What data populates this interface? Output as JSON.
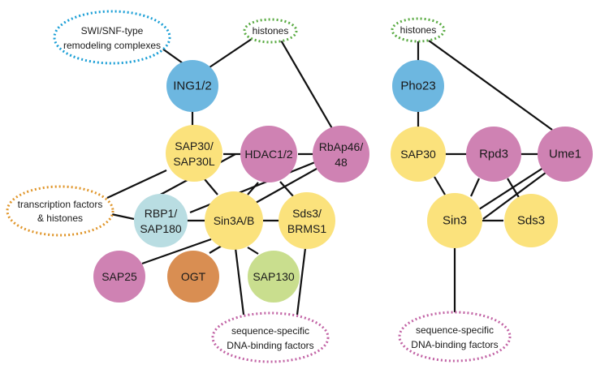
{
  "colors": {
    "blue": "#6db7e0",
    "yellow": "#fbe27c",
    "purple": "#cf82b3",
    "orange": "#d98e52",
    "lightblue": "#b9dde2",
    "green": "#c9de8e",
    "dotted_blue": "#1b9fd6",
    "dotted_green": "#5aab43",
    "dotted_orange": "#e0962b",
    "dotted_purple": "#c264a5"
  },
  "left": {
    "swi_snf": [
      "SWI/SNF-type",
      "remodeling complexes"
    ],
    "histones": "histones",
    "ing12": "ING1/2",
    "sap30": [
      "SAP30/",
      "SAP30L"
    ],
    "hdac12": "HDAC1/2",
    "rbap4648": [
      "RbAp46/",
      "48"
    ],
    "transcription": [
      "transcription factors",
      "& histones"
    ],
    "rbp1": [
      "RBP1/",
      "SAP180"
    ],
    "sin3ab": "Sin3A/B",
    "sds3": [
      "Sds3/",
      "BRMS1"
    ],
    "sap25": "SAP25",
    "ogt": "OGT",
    "sap130": "SAP130",
    "seq_specific": [
      "sequence-specific",
      "DNA-binding factors"
    ]
  },
  "right": {
    "histones": "histones",
    "pho23": "Pho23",
    "sap30": "SAP30",
    "rpd3": "Rpd3",
    "ume1": "Ume1",
    "sin3": "Sin3",
    "sds3": "Sds3",
    "seq_specific": [
      "sequence-specific",
      "DNA-binding factors"
    ]
  }
}
